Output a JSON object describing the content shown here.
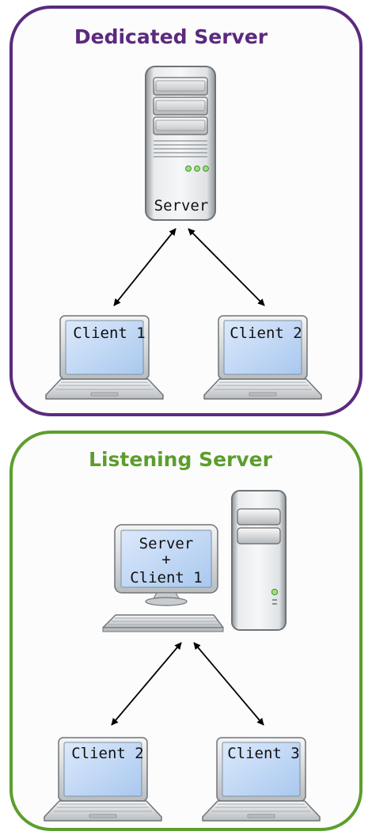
{
  "dedicated": {
    "title": "Dedicated Server",
    "server_label": "Server",
    "client1_label": "Client 1",
    "client2_label": "Client 2",
    "border_color": "#5b2a7e"
  },
  "listening": {
    "title": "Listening Server",
    "monitor_line1": "Server",
    "monitor_line2": "+",
    "monitor_line3": "Client 1",
    "client2_label": "Client 2",
    "client3_label": "Client 3",
    "border_color": "#5c9e2c"
  },
  "icons": {
    "server": "server-tower-icon",
    "laptop": "laptop-icon",
    "desktop": "desktop-computer-icon",
    "arrow": "double-arrow-icon"
  }
}
